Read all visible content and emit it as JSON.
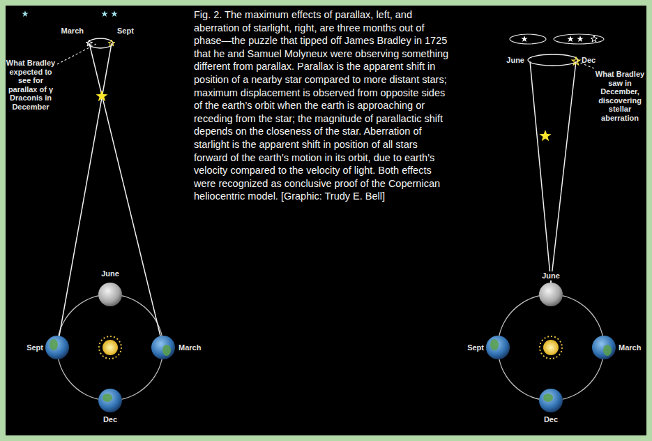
{
  "diagram": {
    "caption": "Fig. 2. The maximum effects of parallax, left, and aberration of starlight, right, are three months out of phase—the puzzle that tipped off James Bradley in 1725 that he and Samuel Molyneux were observing something different from parallax. Parallax is the apparent shift in position of a nearby star compared to more distant stars; maximum displacement is observed from opposite sides of the earth’s orbit when the earth is approaching or receding from the star; the magnitude of parallactic shift depends on the closeness of the star. Aberration of starlight is the apparent shift in position of all stars forward of the earth’s motion in its orbit, due to earth’s velocity compared to the velocity of light. Both effects were recognized as conclusive proof of the Copernican heliocentric model. [Graphic: Trudy E. Bell]",
    "labels": [
      "March",
      "Sept",
      "What Bradley expected to see for parallax of γ Draconis in December",
      "June",
      "Sept",
      "March",
      "Dec",
      "June",
      "Dec",
      "What Bradley saw in December, discovering stellar aberration",
      "June",
      "Sept",
      "March",
      "Dec"
    ]
  }
}
